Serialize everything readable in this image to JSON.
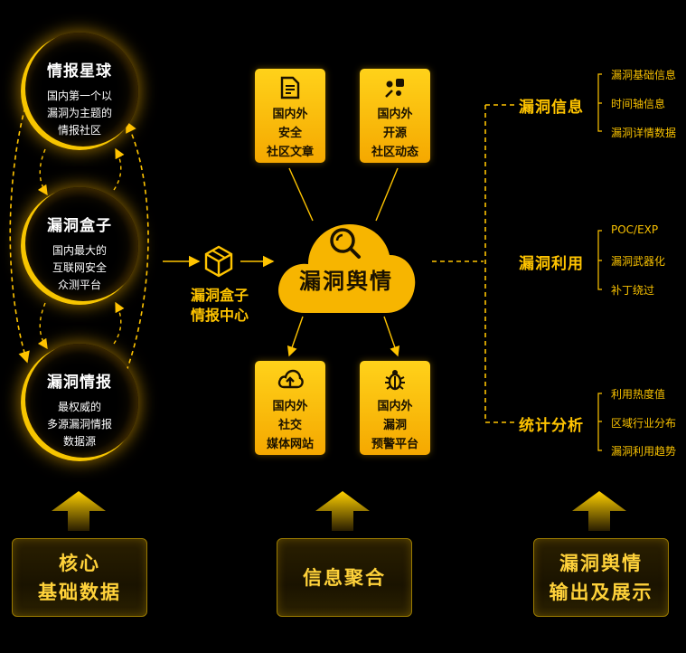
{
  "left_nodes": [
    {
      "title": "情报星球",
      "desc": [
        "国内第一个以",
        "漏洞为主题的",
        "情报社区"
      ]
    },
    {
      "title": "漏洞盒子",
      "desc": [
        "国内最大的",
        "互联网安全",
        "众测平台"
      ]
    },
    {
      "title": "漏洞情报",
      "desc": [
        "最权威的",
        "多源漏洞情报",
        "数据源"
      ]
    }
  ],
  "hub": {
    "title_line1": "漏洞盒子",
    "title_line2": "情报中心"
  },
  "center": {
    "title": "漏洞舆情"
  },
  "sources": [
    {
      "icon": "document-icon",
      "lines": [
        "国内外",
        "安全",
        "社区文章"
      ]
    },
    {
      "icon": "share-icon",
      "lines": [
        "国内外",
        "开源",
        "社区动态"
      ]
    },
    {
      "icon": "cloud-upload-icon",
      "lines": [
        "国内外",
        "社交",
        "媒体网站"
      ]
    },
    {
      "icon": "bug-icon",
      "lines": [
        "国内外",
        "漏洞",
        "预警平台"
      ]
    }
  ],
  "outputs": [
    {
      "title": "漏洞信息",
      "items": [
        "漏洞基础信息",
        "时间轴信息",
        "漏洞详情数据"
      ]
    },
    {
      "title": "漏洞利用",
      "items": [
        "POC/EXP",
        "漏洞武器化",
        "补丁绕过"
      ]
    },
    {
      "title": "统计分析",
      "items": [
        "利用热度值",
        "区域行业分布",
        "漏洞利用趋势"
      ]
    }
  ],
  "footer": [
    {
      "line1": "核心",
      "line2": "基础数据"
    },
    {
      "line1": "信息聚合",
      "line2": ""
    },
    {
      "line1": "漏洞舆情",
      "line2": "输出及展示"
    }
  ],
  "colors": {
    "accent": "#ffc400",
    "card": "#f5b800",
    "background": "#000000"
  }
}
